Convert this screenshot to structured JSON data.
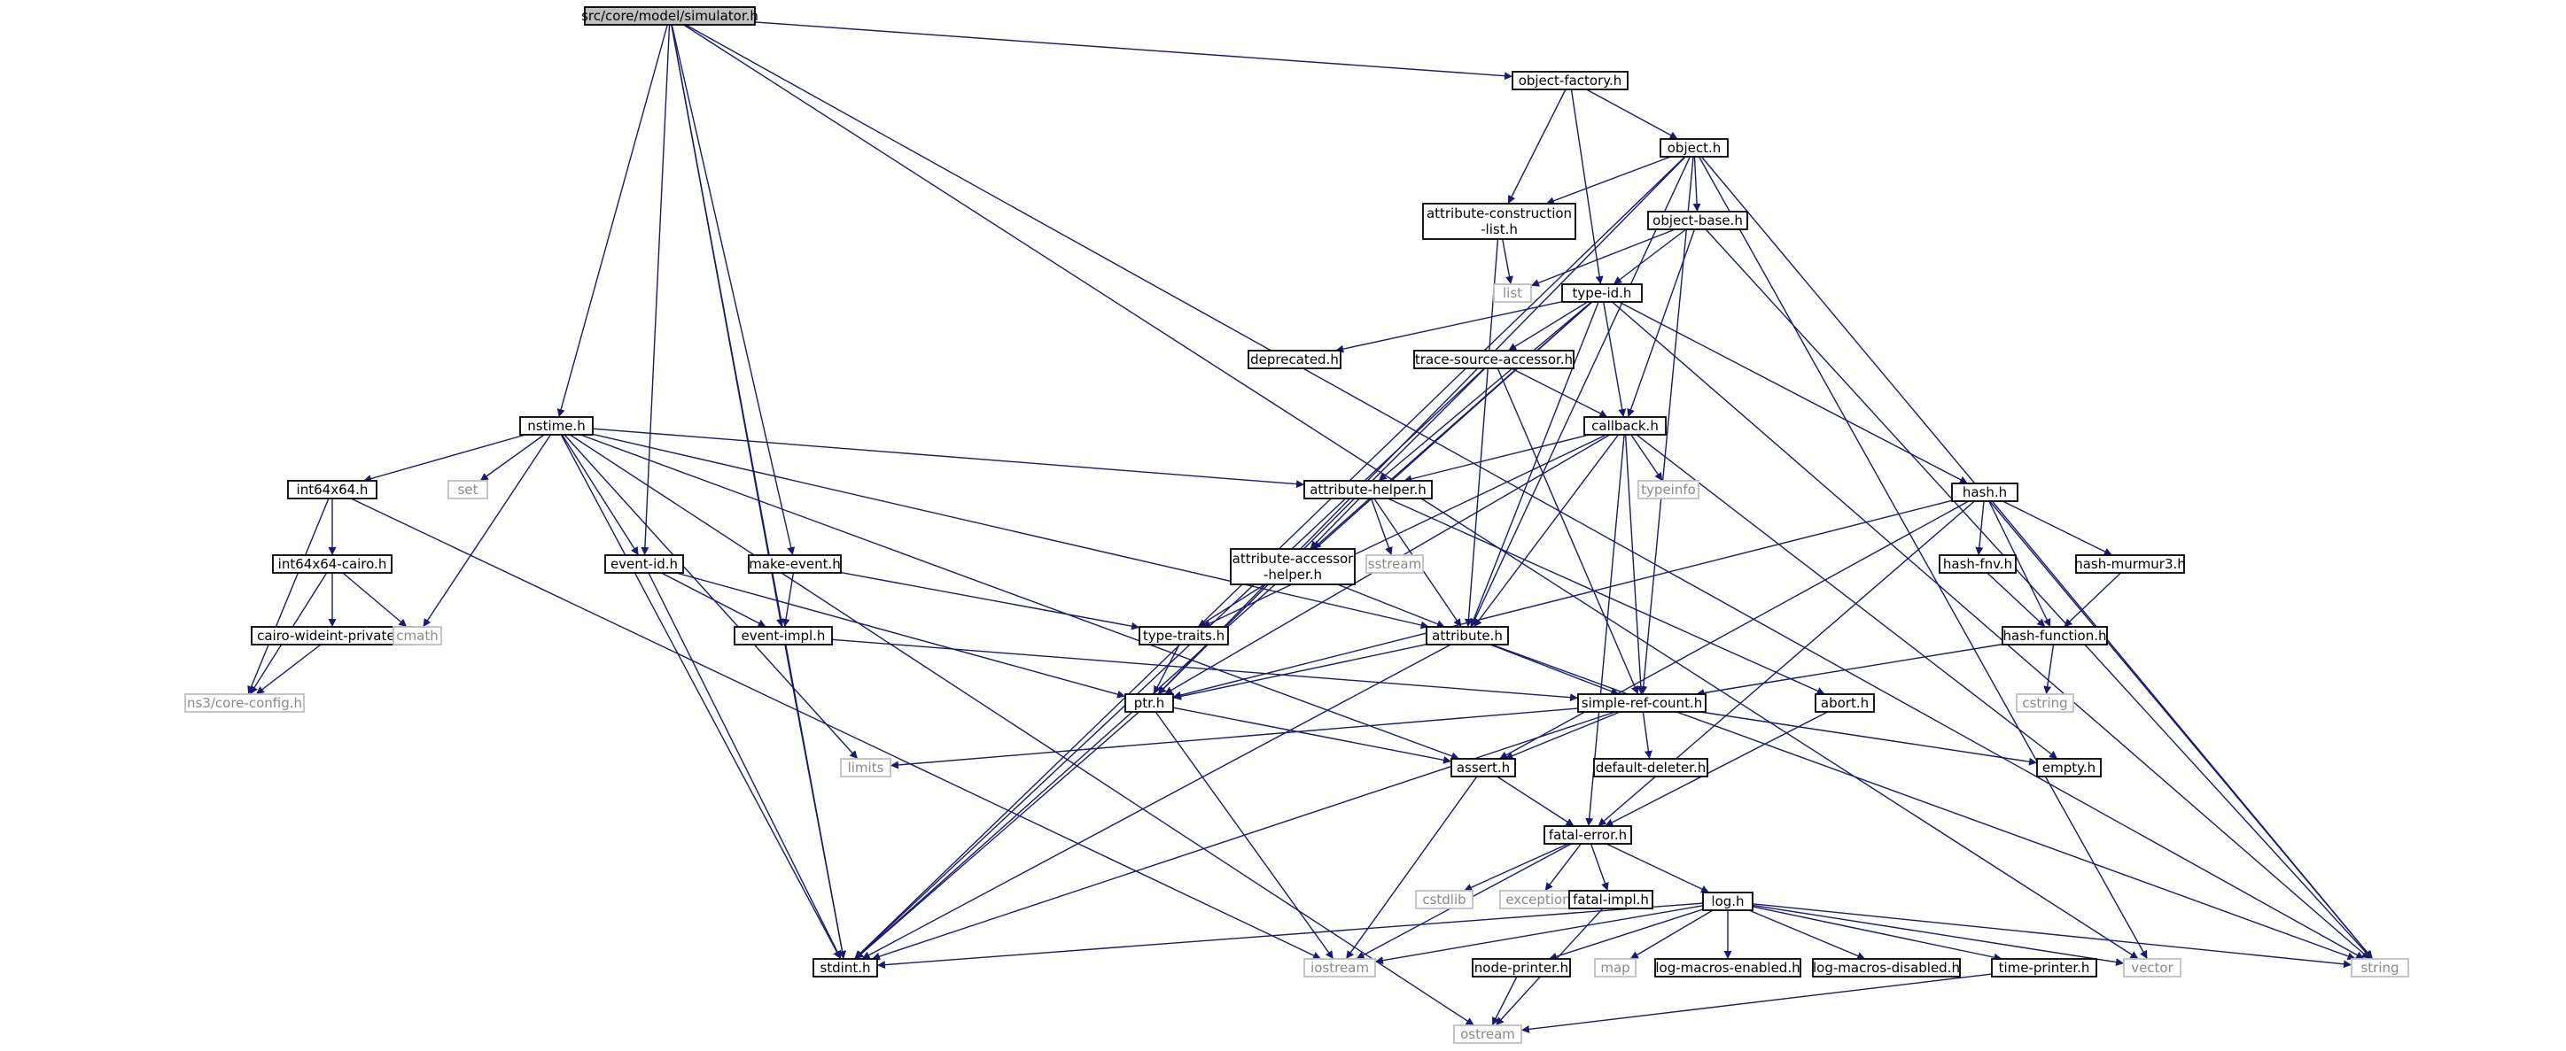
{
  "diagram": {
    "type": "include-dependency-graph",
    "edge_color": "#191970",
    "root_fill": "#bfbfbf",
    "nodes": [
      {
        "id": "simulator",
        "label": "src/core/model/simulator.h",
        "kind": "root"
      },
      {
        "id": "object_factory",
        "label": "object-factory.h",
        "kind": "primary"
      },
      {
        "id": "object",
        "label": "object.h",
        "kind": "primary"
      },
      {
        "id": "attr_construction",
        "label": [
          "attribute-construction",
          "-list.h"
        ],
        "kind": "primary"
      },
      {
        "id": "object_base",
        "label": "object-base.h",
        "kind": "primary"
      },
      {
        "id": "list",
        "label": "list",
        "kind": "external"
      },
      {
        "id": "type_id",
        "label": "type-id.h",
        "kind": "primary"
      },
      {
        "id": "deprecated",
        "label": "deprecated.h",
        "kind": "primary"
      },
      {
        "id": "trace_source",
        "label": "trace-source-accessor.h",
        "kind": "primary"
      },
      {
        "id": "callback",
        "label": "callback.h",
        "kind": "primary"
      },
      {
        "id": "nstime",
        "label": "nstime.h",
        "kind": "primary"
      },
      {
        "id": "int64x64",
        "label": "int64x64.h",
        "kind": "primary"
      },
      {
        "id": "set",
        "label": "set",
        "kind": "external"
      },
      {
        "id": "attr_helper",
        "label": "attribute-helper.h",
        "kind": "primary"
      },
      {
        "id": "typeinfo",
        "label": "typeinfo",
        "kind": "external"
      },
      {
        "id": "hash",
        "label": "hash.h",
        "kind": "primary"
      },
      {
        "id": "int64x64_cairo",
        "label": "int64x64-cairo.h",
        "kind": "primary"
      },
      {
        "id": "event_id",
        "label": "event-id.h",
        "kind": "primary"
      },
      {
        "id": "make_event",
        "label": "make-event.h",
        "kind": "primary"
      },
      {
        "id": "attr_accessor",
        "label": [
          "attribute-accessor",
          "-helper.h"
        ],
        "kind": "primary"
      },
      {
        "id": "sstream",
        "label": "sstream",
        "kind": "external"
      },
      {
        "id": "hash_fnv",
        "label": "hash-fnv.h",
        "kind": "primary"
      },
      {
        "id": "hash_murmur3",
        "label": "hash-murmur3.h",
        "kind": "primary"
      },
      {
        "id": "cairo_wideint",
        "label": "cairo-wideint-private.h",
        "kind": "primary"
      },
      {
        "id": "cmath",
        "label": "cmath",
        "kind": "external"
      },
      {
        "id": "event_impl",
        "label": "event-impl.h",
        "kind": "primary"
      },
      {
        "id": "type_traits",
        "label": "type-traits.h",
        "kind": "primary"
      },
      {
        "id": "attribute",
        "label": "attribute.h",
        "kind": "primary"
      },
      {
        "id": "hash_function",
        "label": "hash-function.h",
        "kind": "primary"
      },
      {
        "id": "ns3_core_config",
        "label": "ns3/core-config.h",
        "kind": "external"
      },
      {
        "id": "ptr",
        "label": "ptr.h",
        "kind": "primary"
      },
      {
        "id": "simple_ref_count",
        "label": "simple-ref-count.h",
        "kind": "primary"
      },
      {
        "id": "abort",
        "label": "abort.h",
        "kind": "primary"
      },
      {
        "id": "cstring",
        "label": "cstring",
        "kind": "external"
      },
      {
        "id": "limits",
        "label": "limits",
        "kind": "external"
      },
      {
        "id": "assert",
        "label": "assert.h",
        "kind": "primary"
      },
      {
        "id": "default_deleter",
        "label": "default-deleter.h",
        "kind": "primary"
      },
      {
        "id": "empty",
        "label": "empty.h",
        "kind": "primary"
      },
      {
        "id": "fatal_error",
        "label": "fatal-error.h",
        "kind": "primary"
      },
      {
        "id": "cstdlib",
        "label": "cstdlib",
        "kind": "external"
      },
      {
        "id": "exception",
        "label": "exception",
        "kind": "external"
      },
      {
        "id": "fatal_impl",
        "label": "fatal-impl.h",
        "kind": "primary"
      },
      {
        "id": "log",
        "label": "log.h",
        "kind": "primary"
      },
      {
        "id": "stdint",
        "label": "stdint.h",
        "kind": "primary"
      },
      {
        "id": "iostream",
        "label": "iostream",
        "kind": "external"
      },
      {
        "id": "node_printer",
        "label": "node-printer.h",
        "kind": "primary"
      },
      {
        "id": "map",
        "label": "map",
        "kind": "external"
      },
      {
        "id": "log_macros_enabled",
        "label": "log-macros-enabled.h",
        "kind": "primary"
      },
      {
        "id": "log_macros_disabled",
        "label": "log-macros-disabled.h",
        "kind": "primary"
      },
      {
        "id": "time_printer",
        "label": "time-printer.h",
        "kind": "primary"
      },
      {
        "id": "vector",
        "label": "vector",
        "kind": "external"
      },
      {
        "id": "string",
        "label": "string",
        "kind": "external"
      },
      {
        "id": "ostream",
        "label": "ostream",
        "kind": "external"
      }
    ],
    "edges": [
      [
        "simulator",
        "object_factory"
      ],
      [
        "simulator",
        "nstime"
      ],
      [
        "simulator",
        "event_id"
      ],
      [
        "simulator",
        "event_impl"
      ],
      [
        "simulator",
        "make_event"
      ],
      [
        "simulator",
        "stdint"
      ],
      [
        "simulator",
        "vector"
      ],
      [
        "simulator",
        "string"
      ],
      [
        "object_factory",
        "object"
      ],
      [
        "object_factory",
        "attr_construction"
      ],
      [
        "object_factory",
        "type_id"
      ],
      [
        "object",
        "attr_construction"
      ],
      [
        "object",
        "object_base"
      ],
      [
        "object",
        "ptr"
      ],
      [
        "object",
        "attribute"
      ],
      [
        "object",
        "simple_ref_count"
      ],
      [
        "object",
        "stdint"
      ],
      [
        "object",
        "string"
      ],
      [
        "object",
        "vector"
      ],
      [
        "attr_construction",
        "list"
      ],
      [
        "attr_construction",
        "attribute"
      ],
      [
        "object_base",
        "type_id"
      ],
      [
        "object_base",
        "callback"
      ],
      [
        "object_base",
        "list"
      ],
      [
        "object_base",
        "string"
      ],
      [
        "type_id",
        "deprecated"
      ],
      [
        "type_id",
        "trace_source"
      ],
      [
        "type_id",
        "callback"
      ],
      [
        "type_id",
        "attr_helper"
      ],
      [
        "type_id",
        "attr_accessor"
      ],
      [
        "type_id",
        "attribute"
      ],
      [
        "type_id",
        "hash"
      ],
      [
        "type_id",
        "stdint"
      ],
      [
        "type_id",
        "string"
      ],
      [
        "trace_source",
        "callback"
      ],
      [
        "trace_source",
        "ptr"
      ],
      [
        "trace_source",
        "simple_ref_count"
      ],
      [
        "trace_source",
        "stdint"
      ],
      [
        "callback",
        "attr_helper"
      ],
      [
        "callback",
        "typeinfo"
      ],
      [
        "callback",
        "ptr"
      ],
      [
        "callback",
        "attribute"
      ],
      [
        "callback",
        "simple_ref_count"
      ],
      [
        "callback",
        "type_traits"
      ],
      [
        "callback",
        "fatal_error"
      ],
      [
        "callback",
        "empty"
      ],
      [
        "nstime",
        "int64x64"
      ],
      [
        "nstime",
        "set"
      ],
      [
        "nstime",
        "attr_helper"
      ],
      [
        "nstime",
        "event_id"
      ],
      [
        "nstime",
        "attribute"
      ],
      [
        "nstime",
        "assert"
      ],
      [
        "nstime",
        "cmath"
      ],
      [
        "nstime",
        "limits"
      ],
      [
        "nstime",
        "stdint"
      ],
      [
        "nstime",
        "ostream"
      ],
      [
        "int64x64",
        "int64x64_cairo"
      ],
      [
        "int64x64",
        "ns3_core_config"
      ],
      [
        "int64x64",
        "iostream"
      ],
      [
        "int64x64_cairo",
        "cairo_wideint"
      ],
      [
        "int64x64_cairo",
        "ns3_core_config"
      ],
      [
        "int64x64_cairo",
        "cmath"
      ],
      [
        "cairo_wideint",
        "ns3_core_config"
      ],
      [
        "attr_helper",
        "attr_accessor"
      ],
      [
        "attr_helper",
        "sstream"
      ],
      [
        "attr_helper",
        "attribute"
      ],
      [
        "attr_helper",
        "abort"
      ],
      [
        "attr_accessor",
        "attribute"
      ],
      [
        "attr_accessor",
        "type_traits"
      ],
      [
        "hash",
        "hash_fnv"
      ],
      [
        "hash",
        "hash_murmur3"
      ],
      [
        "hash",
        "hash_function"
      ],
      [
        "hash",
        "assert"
      ],
      [
        "hash",
        "ptr"
      ],
      [
        "hash",
        "fatal_error"
      ],
      [
        "hash",
        "string"
      ],
      [
        "hash_fnv",
        "hash_function"
      ],
      [
        "hash_murmur3",
        "hash_function"
      ],
      [
        "hash_function",
        "cstring"
      ],
      [
        "hash_function",
        "simple_ref_count"
      ],
      [
        "event_id",
        "event_impl"
      ],
      [
        "event_id",
        "ptr"
      ],
      [
        "event_id",
        "stdint"
      ],
      [
        "make_event",
        "event_impl"
      ],
      [
        "make_event",
        "type_traits"
      ],
      [
        "event_impl",
        "simple_ref_count"
      ],
      [
        "event_impl",
        "stdint"
      ],
      [
        "type_traits",
        "ptr"
      ],
      [
        "attribute",
        "ptr"
      ],
      [
        "attribute",
        "simple_ref_count"
      ],
      [
        "attribute",
        "string"
      ],
      [
        "attribute",
        "stdint"
      ],
      [
        "ptr",
        "assert"
      ],
      [
        "ptr",
        "iostream"
      ],
      [
        "ptr",
        "stdint"
      ],
      [
        "simple_ref_count",
        "assert"
      ],
      [
        "simple_ref_count",
        "default_deleter"
      ],
      [
        "simple_ref_count",
        "empty"
      ],
      [
        "simple_ref_count",
        "limits"
      ],
      [
        "simple_ref_count",
        "stdint"
      ],
      [
        "abort",
        "fatal_error"
      ],
      [
        "assert",
        "fatal_error"
      ],
      [
        "assert",
        "iostream"
      ],
      [
        "fatal_error",
        "cstdlib"
      ],
      [
        "fatal_error",
        "exception"
      ],
      [
        "fatal_error",
        "fatal_impl"
      ],
      [
        "fatal_error",
        "log"
      ],
      [
        "fatal_error",
        "iostream"
      ],
      [
        "fatal_impl",
        "ostream"
      ],
      [
        "log",
        "stdint"
      ],
      [
        "log",
        "iostream"
      ],
      [
        "log",
        "node_printer"
      ],
      [
        "log",
        "map"
      ],
      [
        "log",
        "log_macros_enabled"
      ],
      [
        "log",
        "log_macros_disabled"
      ],
      [
        "log",
        "time_printer"
      ],
      [
        "log",
        "vector"
      ],
      [
        "log",
        "string"
      ],
      [
        "node_printer",
        "ostream"
      ],
      [
        "time_printer",
        "ostream"
      ]
    ]
  }
}
